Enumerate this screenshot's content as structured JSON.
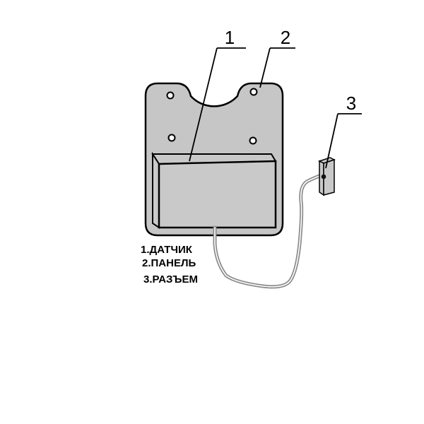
{
  "callouts": {
    "sensor_number": "1",
    "panel_number": "2",
    "connector_number": "3"
  },
  "legend": {
    "items": [
      "1.ДАТЧИК",
      "2.ПАНЕЛЬ",
      "3.РАЗЪЕМ"
    ]
  },
  "colors": {
    "panel_fill": "#c6c6c6",
    "sensor_fill": "#c9c9c9",
    "outline": "#000000",
    "cable": "#8a8a8a",
    "background": "#ffffff"
  }
}
